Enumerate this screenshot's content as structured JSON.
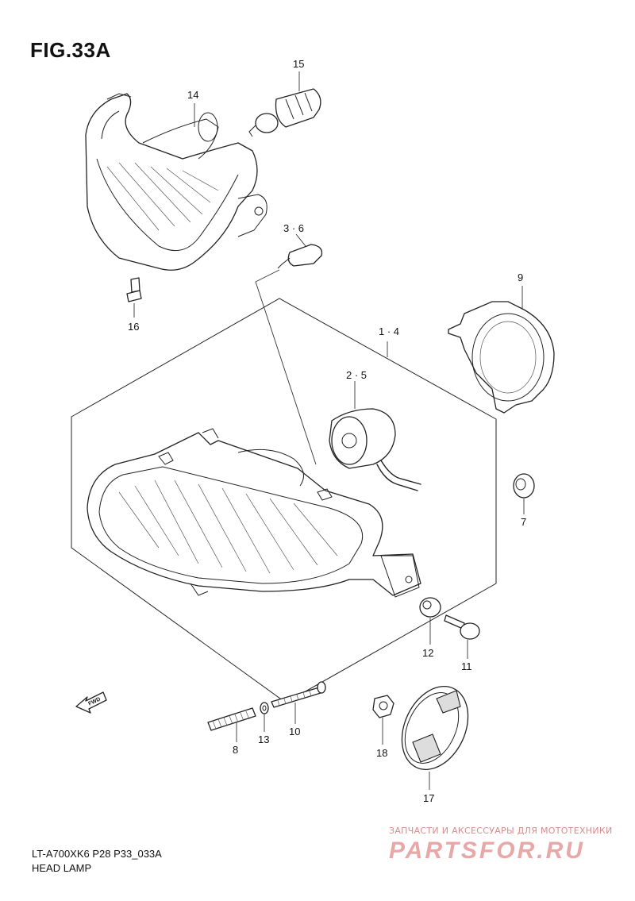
{
  "figure": {
    "title": "FIG.33A"
  },
  "parts": [
    {
      "id": "p14",
      "label": "14"
    },
    {
      "id": "p15",
      "label": "15"
    },
    {
      "id": "p3-6",
      "label": "3 · 6"
    },
    {
      "id": "p16",
      "label": "16"
    },
    {
      "id": "p9",
      "label": "9"
    },
    {
      "id": "p1-4",
      "label": "1 · 4"
    },
    {
      "id": "p2-5",
      "label": "2 · 5"
    },
    {
      "id": "p7",
      "label": "7"
    },
    {
      "id": "p12",
      "label": "12"
    },
    {
      "id": "p11",
      "label": "11"
    },
    {
      "id": "p10",
      "label": "10"
    },
    {
      "id": "p13",
      "label": "13"
    },
    {
      "id": "p8",
      "label": "8"
    },
    {
      "id": "p18",
      "label": "18"
    },
    {
      "id": "p17",
      "label": "17"
    }
  ],
  "direction_marker": {
    "label": "FWD",
    "icon": "forward-arrow-icon"
  },
  "footer": {
    "code": "LT-A700XK6 P28 P33_033A",
    "name": "HEAD LAMP"
  },
  "watermark": {
    "tagline": "ЗАПЧАСТИ И АКСЕССУАРЫ ДЛЯ МОТОТЕХНИКИ",
    "brand": "PARTSFOR.RU"
  }
}
